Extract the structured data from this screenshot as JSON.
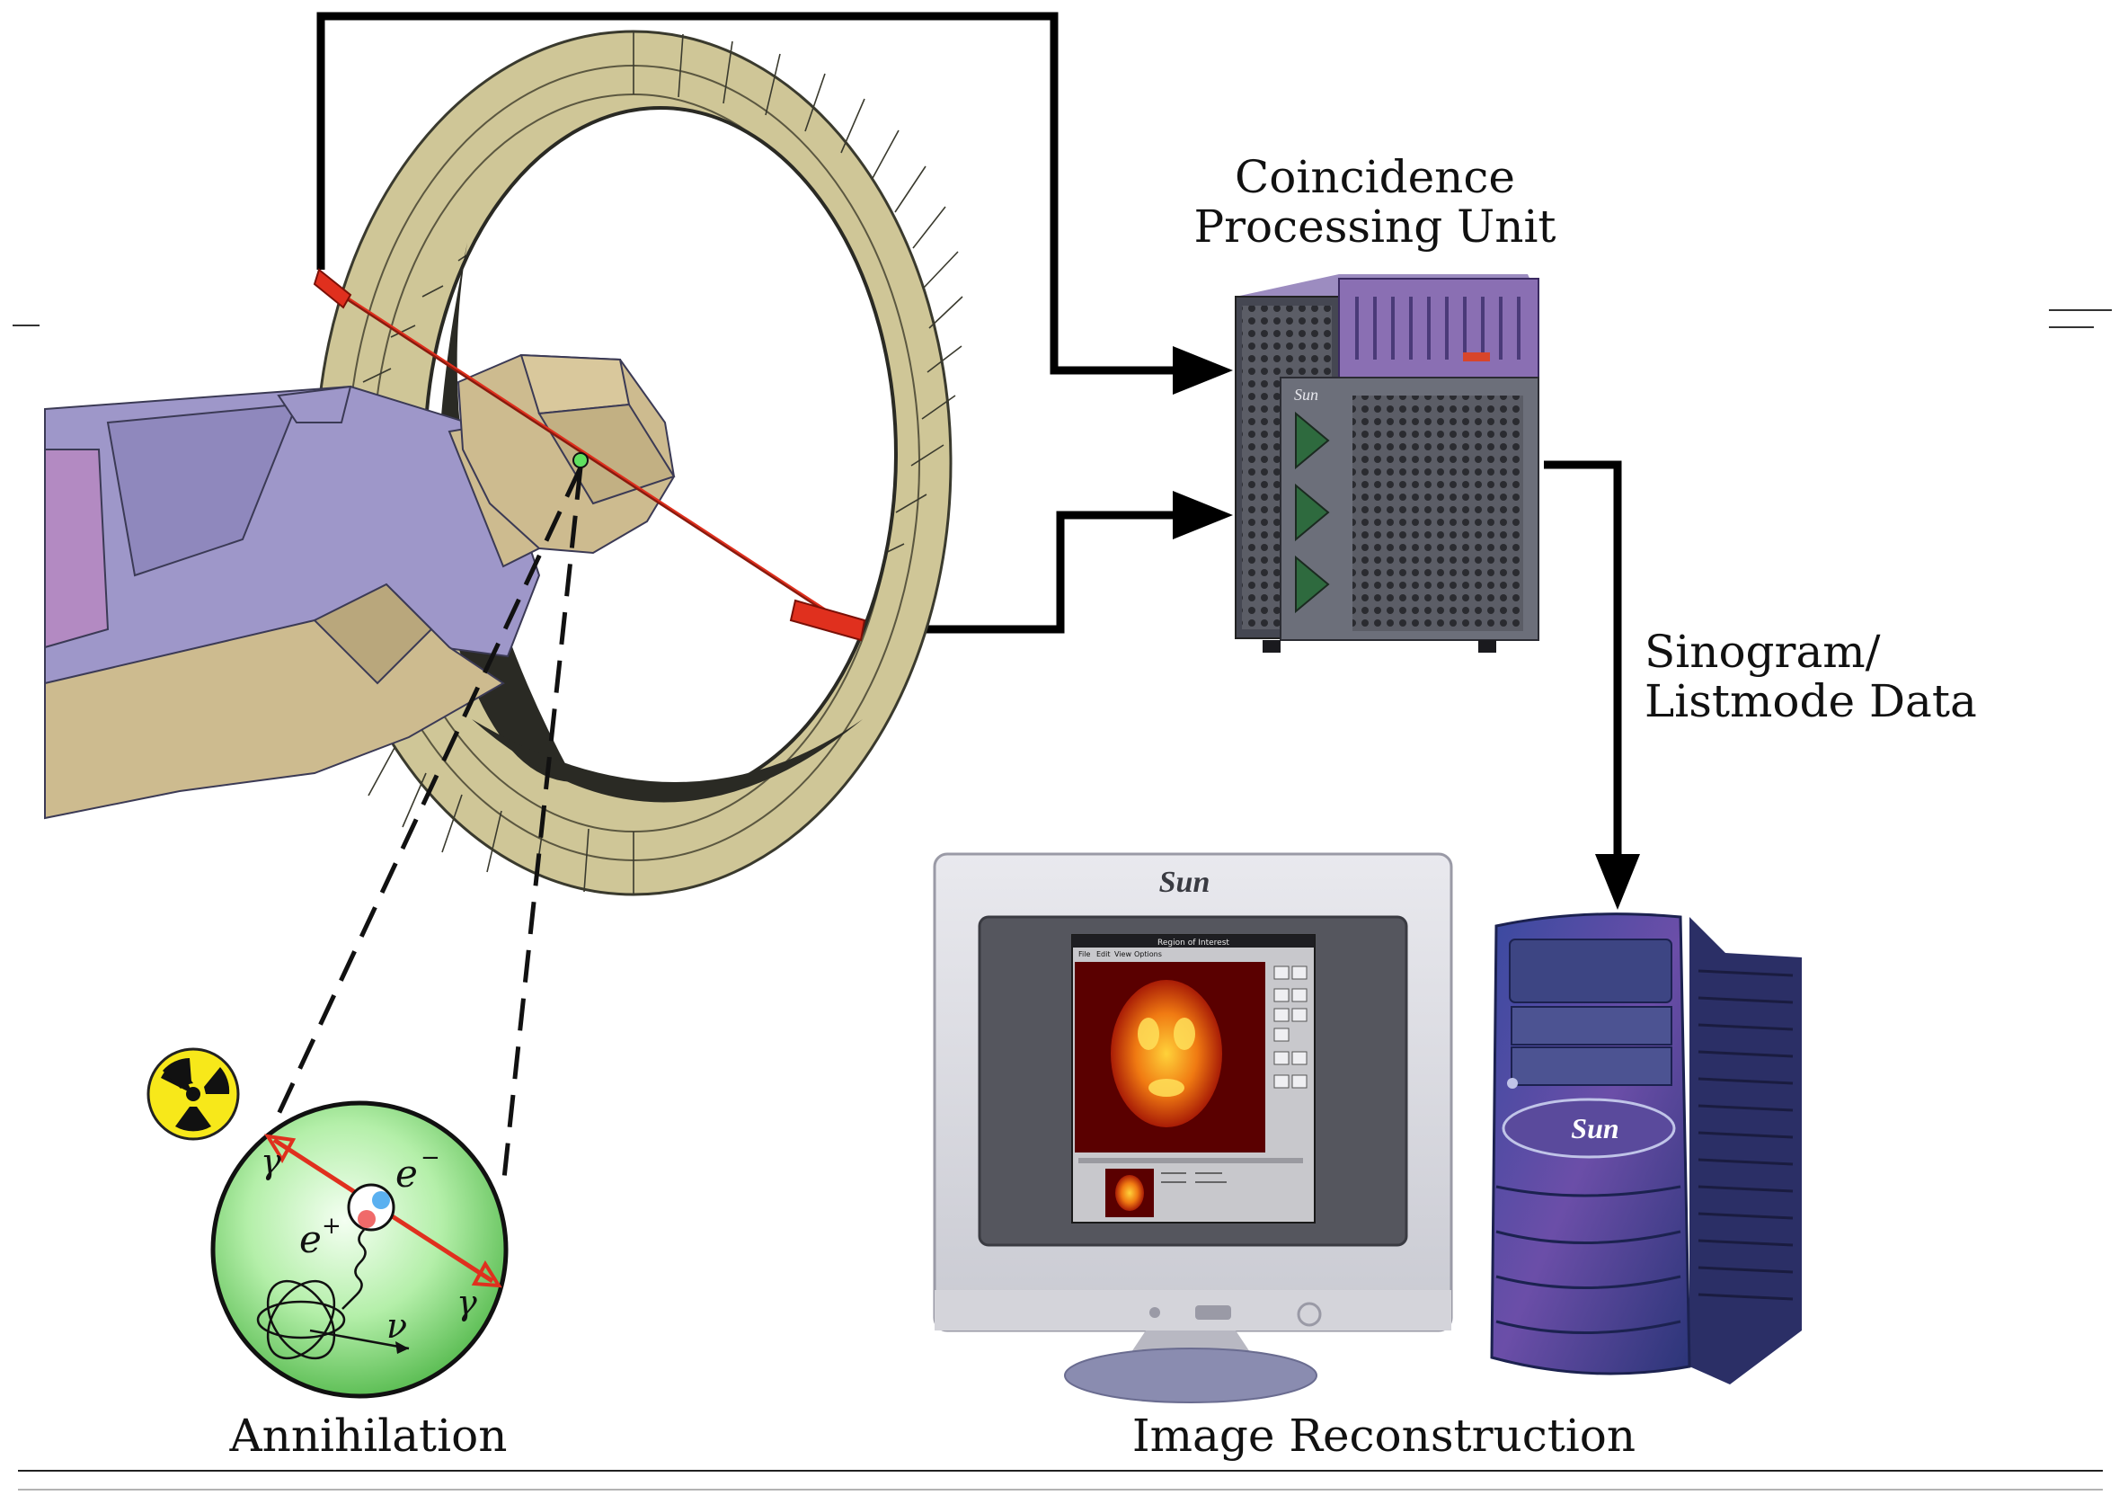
{
  "labels": {
    "coincidence_line1": "Coincidence",
    "coincidence_line2": "Processing Unit",
    "sinogram_line1": "Sinogram/",
    "sinogram_line2": "Listmode Data",
    "annihilation": "Annihilation",
    "image_reconstruction": "Image Reconstruction"
  },
  "annihilation_symbols": {
    "gamma": "γ",
    "electron": "e",
    "electron_sup": "−",
    "positron": "e",
    "positron_sup": "+",
    "neutrino": "ν"
  },
  "branding": {
    "sun_logo_monitor": "Sun",
    "sun_logo_tower": "Sun",
    "sun_logo_server": "Sun"
  },
  "screen_window": {
    "title": "Region of Interest",
    "menu": [
      "File",
      "Edit",
      "View",
      "Options"
    ]
  },
  "colors": {
    "ring": "#cfc697",
    "ring_dark": "#2a2a24",
    "patient_body": "#9e97c9",
    "patient_skin": "#cdbb8f",
    "lor_red": "#e0301e",
    "sphere_green": "#a8e8a0",
    "server_gray": "#6c6f7a",
    "server_top": "#8a6fb3",
    "tower_blue": "#4a4f9c"
  }
}
